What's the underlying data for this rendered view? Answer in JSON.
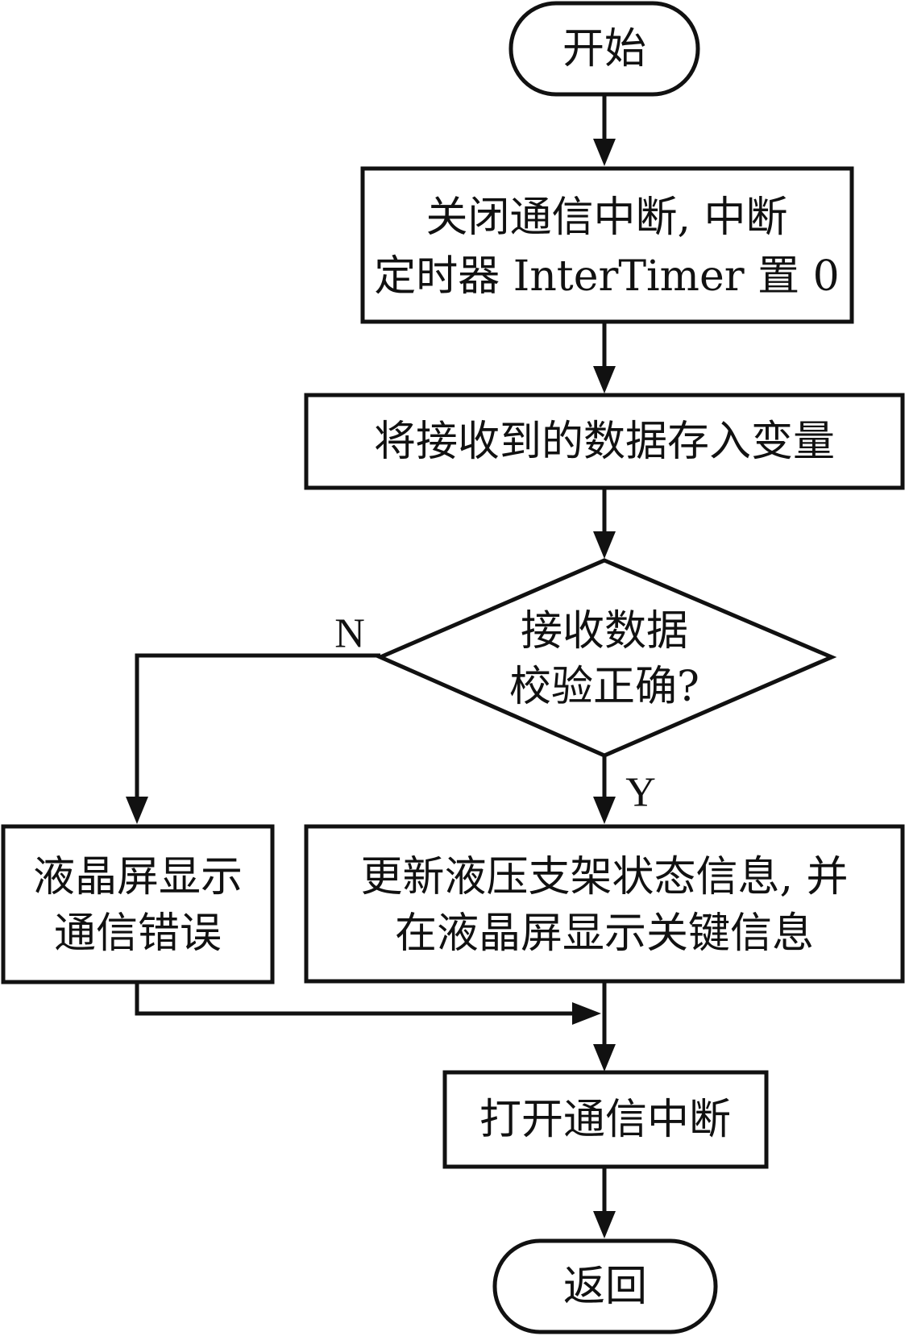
{
  "nodes": {
    "start": {
      "label": "开始"
    },
    "close_interrupt": {
      "line1": "关闭通信中断, 中断",
      "line2": "定时器 InterTimer 置 0"
    },
    "store_data": {
      "label": "将接收到的数据存入变量"
    },
    "check": {
      "line1": "接收数据",
      "line2": "校验正确?"
    },
    "error_display": {
      "line1": "液晶屏显示",
      "line2": "通信错误"
    },
    "update_status": {
      "line1": "更新液压支架状态信息, 并",
      "line2": "在液晶屏显示关键信息"
    },
    "open_interrupt": {
      "label": "打开通信中断"
    },
    "return": {
      "label": "返回"
    }
  },
  "branches": {
    "no": "N",
    "yes": "Y"
  }
}
